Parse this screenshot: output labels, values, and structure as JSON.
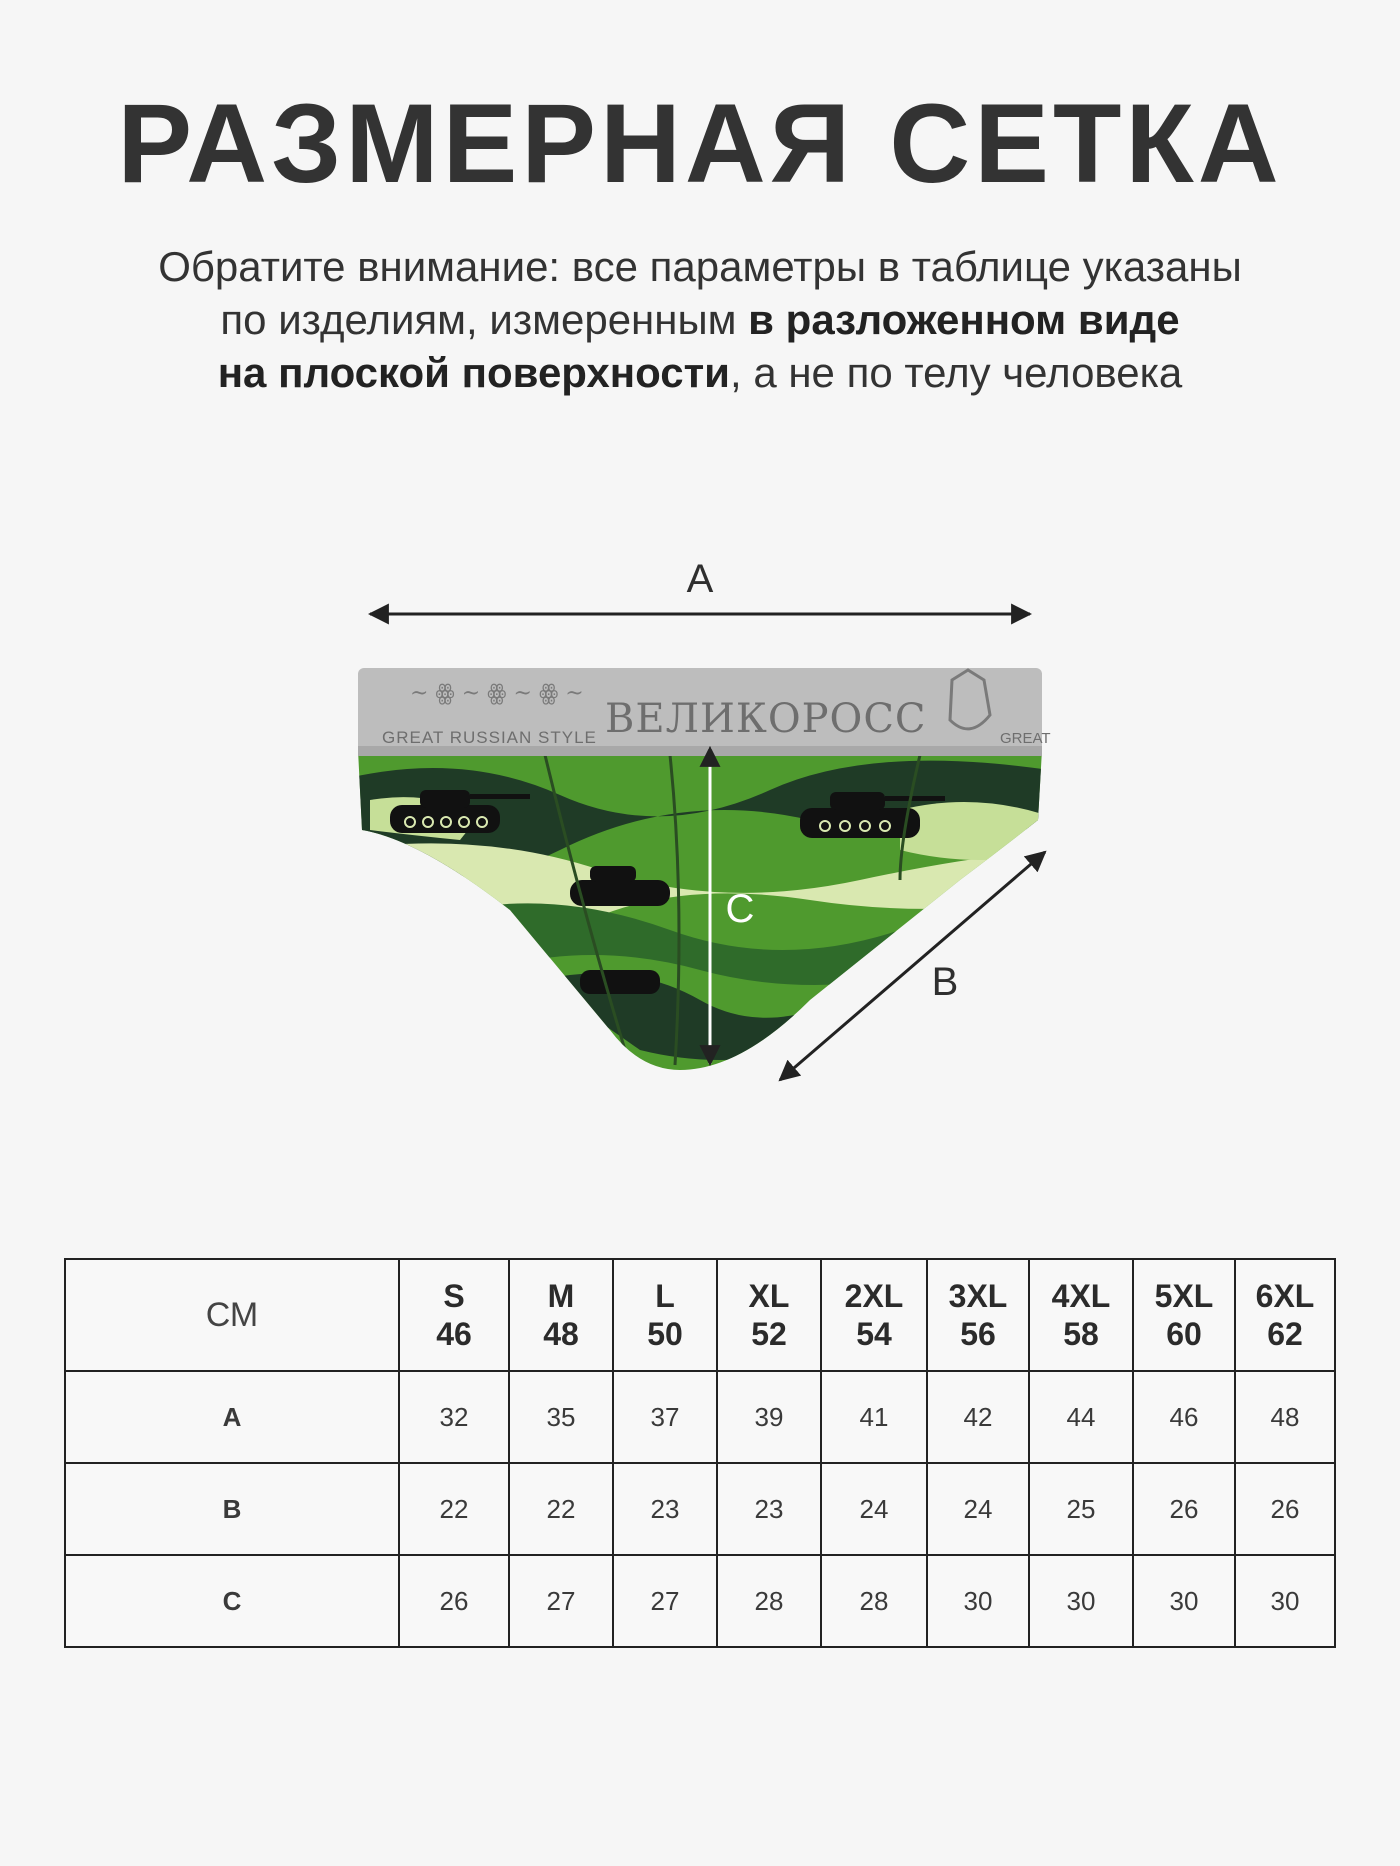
{
  "title": "РАЗМЕРНАЯ СЕТКА",
  "subtitle": {
    "line1": "Обратите внимание: все параметры в таблице указаны",
    "line2_normal": "по изделиям, измеренным ",
    "line2_bold": "в разложенном виде",
    "line3_bold": "на плоской поверхности",
    "line3_normal": ", а не по телу человека"
  },
  "diagram": {
    "label_a": "A",
    "label_b": "B",
    "label_c": "C",
    "waistband_text": "ВЕЛИКОРОСС",
    "waistband_subtext": "GREAT RUSSIAN STYLE",
    "colors": {
      "waistband": "#bdbdbd",
      "camo_dark": "#1f3b26",
      "camo_green": "#4f9a2e",
      "camo_light": "#d9e8b0"
    }
  },
  "table": {
    "unit_label": "СМ",
    "sizes": [
      {
        "letter": "S",
        "num": "46"
      },
      {
        "letter": "M",
        "num": "48"
      },
      {
        "letter": "L",
        "num": "50"
      },
      {
        "letter": "XL",
        "num": "52"
      },
      {
        "letter": "2XL",
        "num": "54"
      },
      {
        "letter": "3XL",
        "num": "56"
      },
      {
        "letter": "4XL",
        "num": "58"
      },
      {
        "letter": "5XL",
        "num": "60"
      },
      {
        "letter": "6XL",
        "num": "62"
      }
    ],
    "rows": [
      {
        "label": "A",
        "values": [
          "32",
          "35",
          "37",
          "39",
          "41",
          "42",
          "44",
          "46",
          "48"
        ]
      },
      {
        "label": "B",
        "values": [
          "22",
          "22",
          "23",
          "23",
          "24",
          "24",
          "25",
          "26",
          "26"
        ]
      },
      {
        "label": "C",
        "values": [
          "26",
          "27",
          "27",
          "28",
          "28",
          "30",
          "30",
          "30",
          "30"
        ]
      }
    ]
  }
}
